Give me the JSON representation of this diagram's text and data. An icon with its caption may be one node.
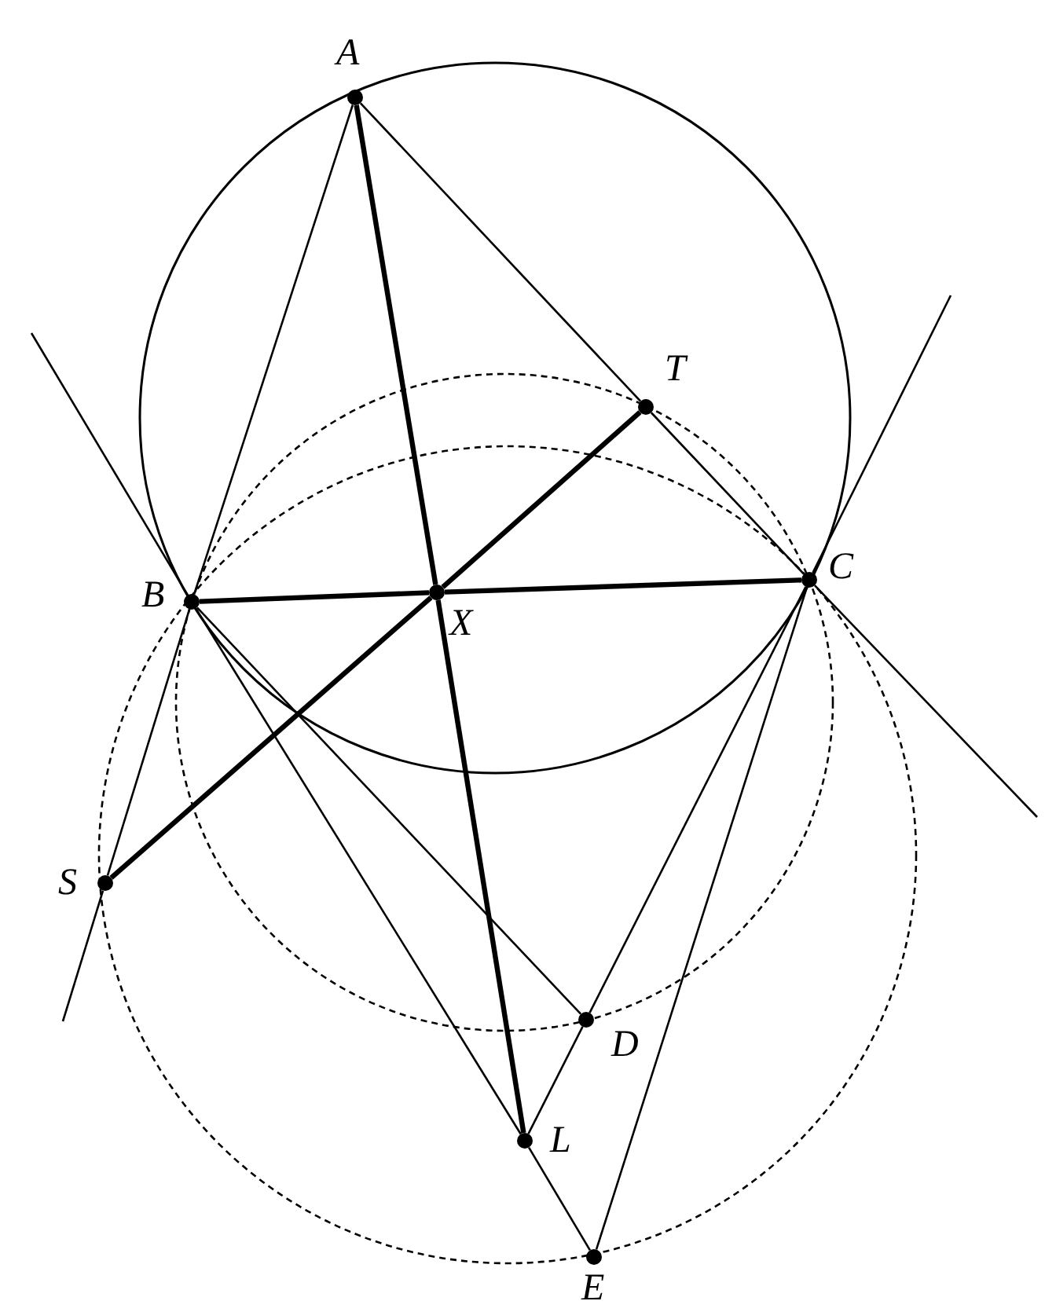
{
  "diagram": {
    "nodes": [
      {
        "text": [
          "A"
        ]
      },
      {
        "text": [
          "T"
        ]
      },
      {
        "text": [
          "B"
        ]
      },
      {
        "text": [
          "C"
        ]
      },
      {
        "text": [
          "X"
        ]
      },
      {
        "text": [
          "S"
        ]
      },
      {
        "text": [
          "D"
        ]
      },
      {
        "text": [
          "L"
        ]
      },
      {
        "text": [
          "E"
        ]
      }
    ],
    "edges": [
      {
        "from": null,
        "to": 2,
        "arrow": "none"
      },
      {
        "from": 2,
        "to": 7,
        "arrow": "none"
      },
      {
        "from": 7,
        "to": 8,
        "arrow": "none"
      },
      {
        "from": 0,
        "to": 2,
        "arrow": "none"
      },
      {
        "from": 2,
        "to": 5,
        "arrow": "none"
      },
      {
        "from": 5,
        "to": null,
        "arrow": "none"
      },
      {
        "from": 0,
        "to": 1,
        "arrow": "none"
      },
      {
        "from": 1,
        "to": 3,
        "arrow": "none"
      },
      {
        "from": 3,
        "to": null,
        "arrow": "none"
      },
      {
        "from": null,
        "to": 3,
        "arrow": "none"
      },
      {
        "from": 3,
        "to": 6,
        "arrow": "none"
      },
      {
        "from": 6,
        "to": 7,
        "arrow": "none"
      },
      {
        "from": 3,
        "to": 8,
        "arrow": "none"
      },
      {
        "from": 2,
        "to": 6,
        "arrow": "none"
      },
      {
        "from": 0,
        "to": 4,
        "arrow": "none",
        "style": "thick"
      },
      {
        "from": 4,
        "to": 7,
        "arrow": "none",
        "style": "thick"
      },
      {
        "from": 2,
        "to": 4,
        "arrow": "none",
        "style": "thick"
      },
      {
        "from": 4,
        "to": 3,
        "arrow": "none",
        "style": "thick"
      },
      {
        "from": 5,
        "to": 4,
        "arrow": "none",
        "style": "thick"
      },
      {
        "from": 4,
        "to": 1,
        "arrow": "none",
        "style": "thick"
      }
    ]
  }
}
